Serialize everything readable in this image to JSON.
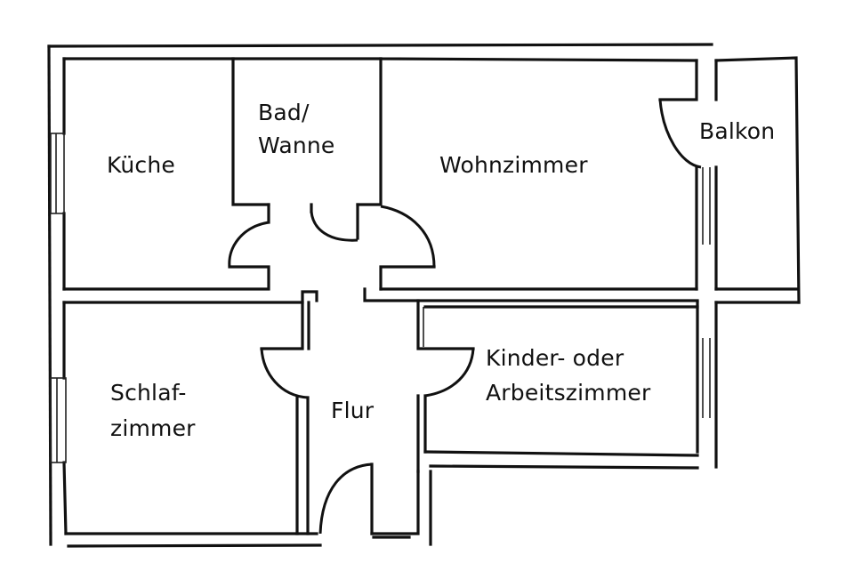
{
  "plan": {
    "rooms": [
      {
        "id": "kueche",
        "lines": [
          "Küche"
        ]
      },
      {
        "id": "bad",
        "lines": [
          "Bad/",
          "Wanne"
        ]
      },
      {
        "id": "wohnzimmer",
        "lines": [
          "Wohnzimmer"
        ]
      },
      {
        "id": "balkon",
        "lines": [
          "Balkon"
        ]
      },
      {
        "id": "schlafzimmer",
        "lines": [
          "Schlaf-",
          "zimmer"
        ]
      },
      {
        "id": "flur",
        "lines": [
          "Flur"
        ]
      },
      {
        "id": "kinderzimmer",
        "lines": [
          "Kinder- oder",
          "Arbeitszimmer"
        ]
      }
    ]
  }
}
